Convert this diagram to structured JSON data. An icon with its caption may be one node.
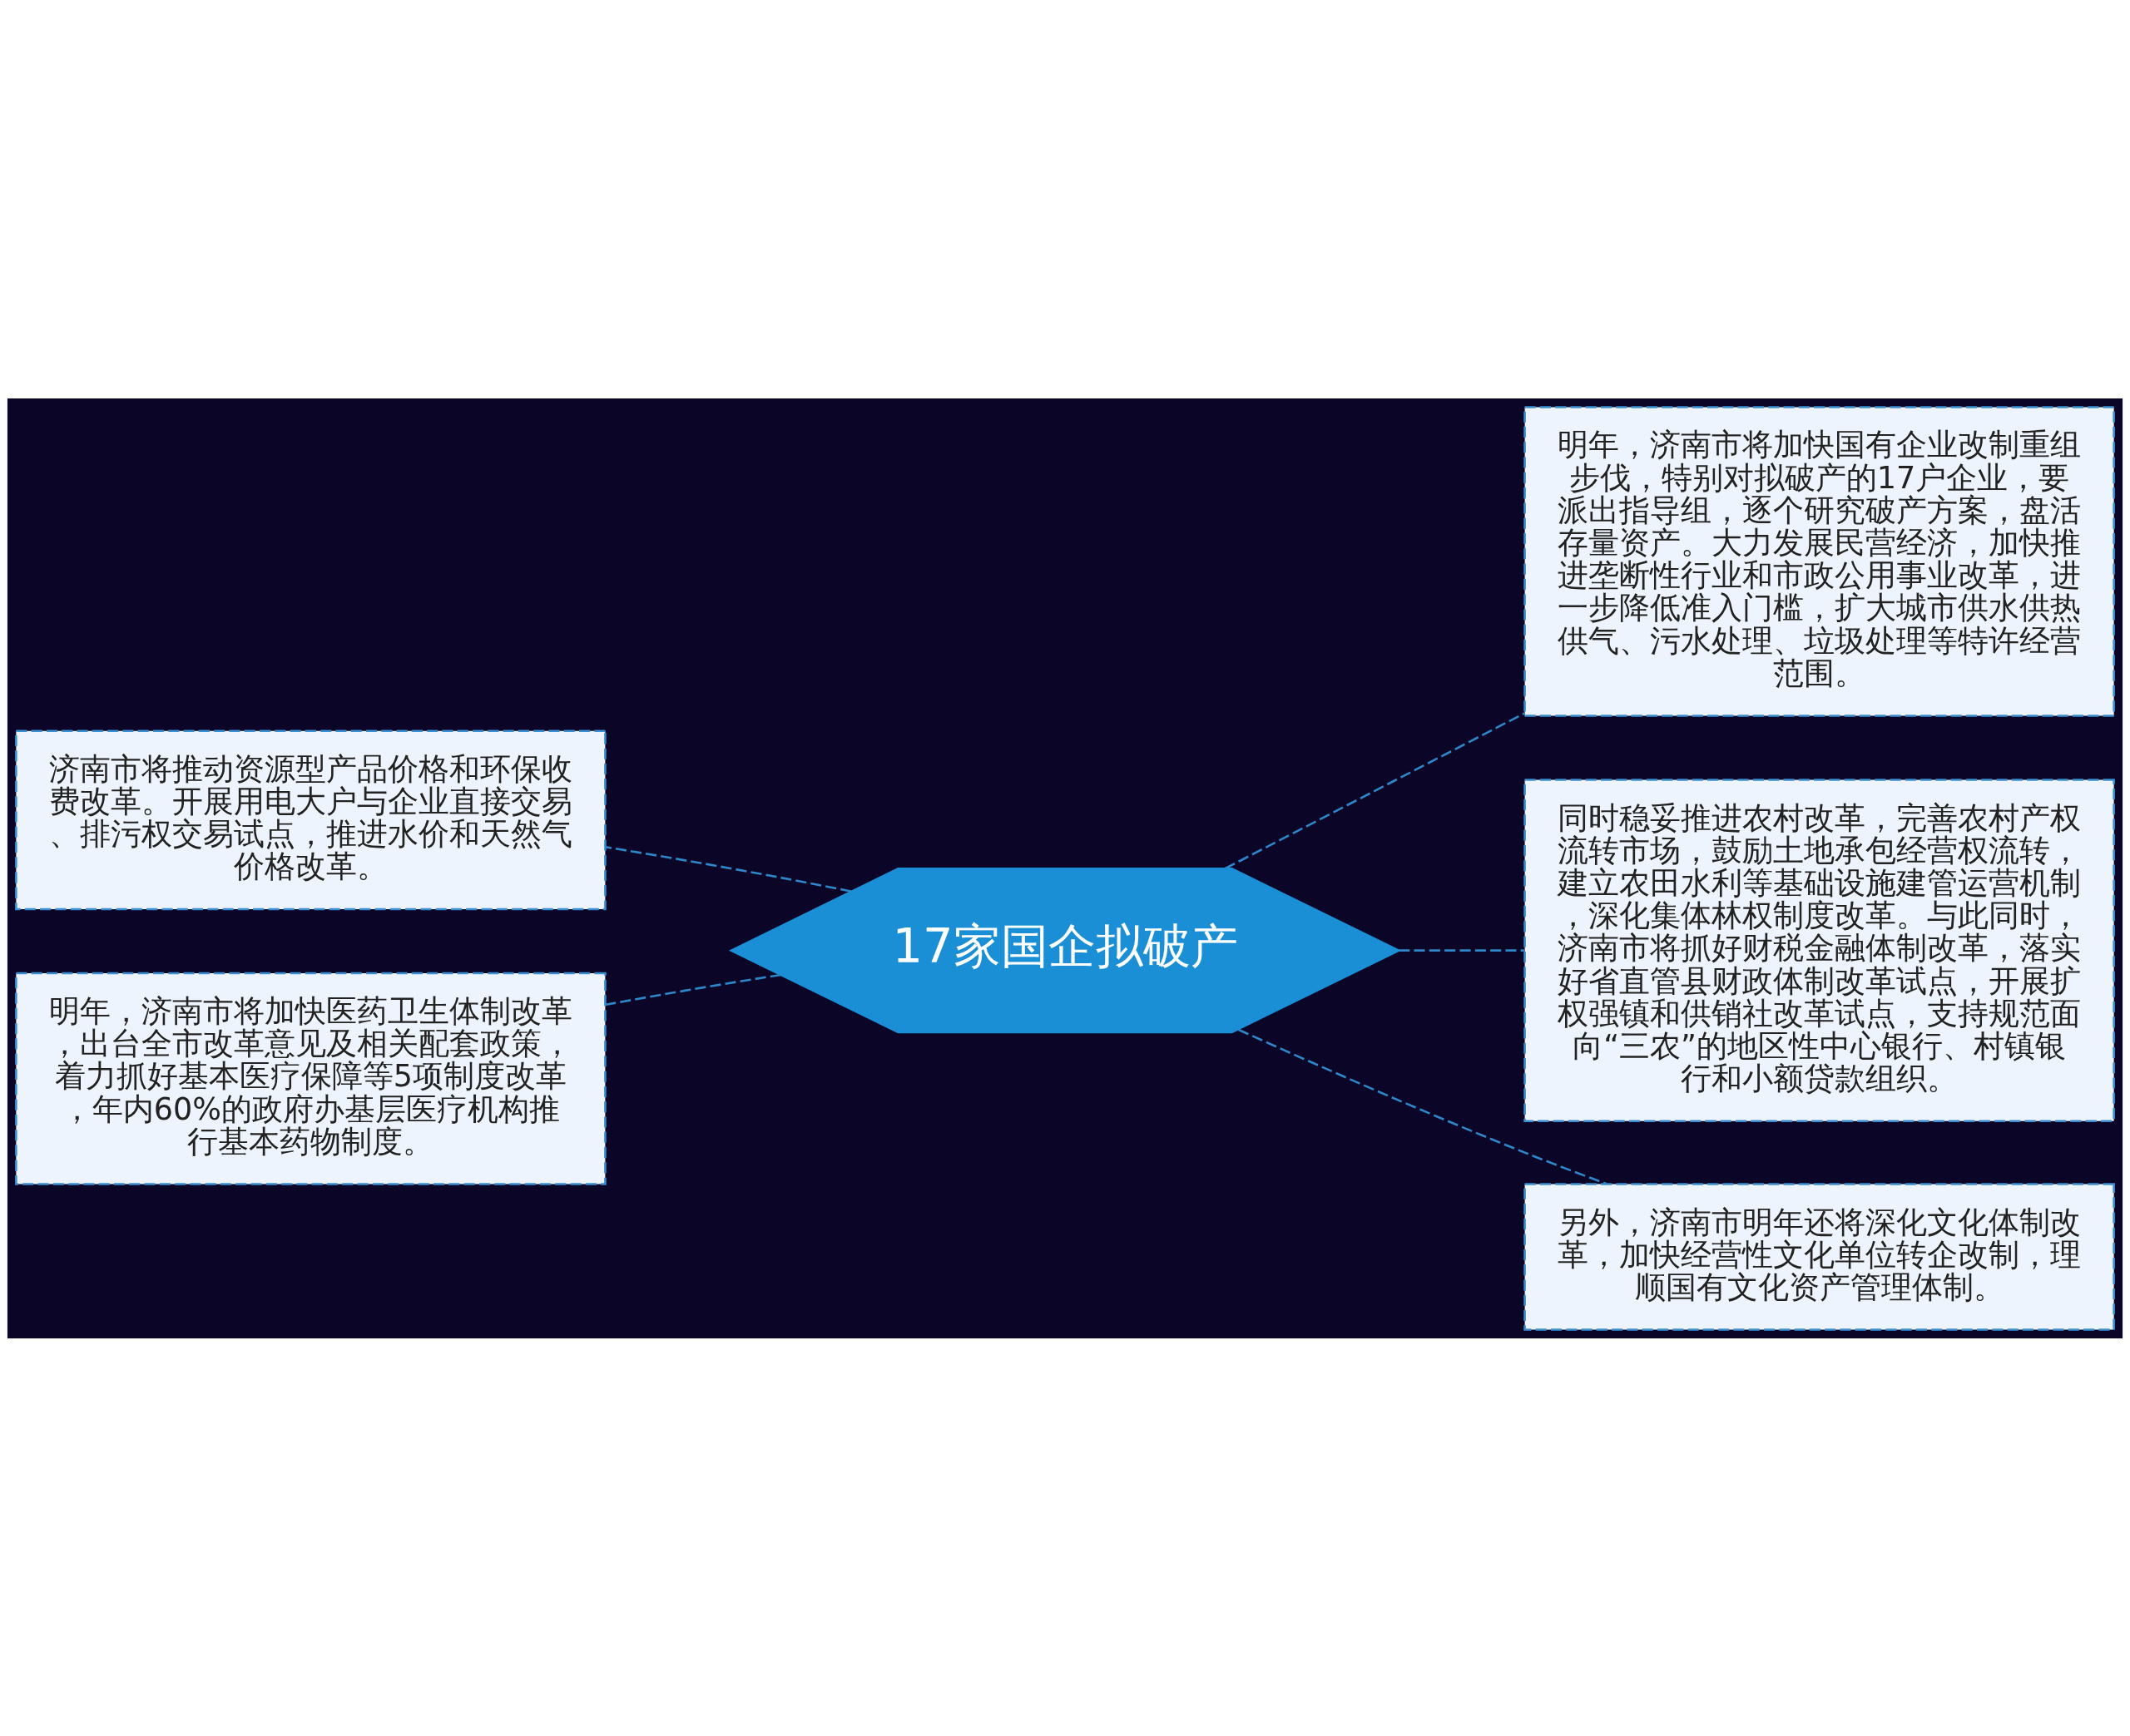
{
  "diagram": {
    "nodes": [
      {
        "text": [
          "17家国企拟破产"
        ]
      },
      {
        "text": [
          "济南市将推动资源型产品价格和环保收费改革。开展用电大户与企业直接交易、排污权交易试点，推进水价和天然气价格改革。"
        ]
      },
      {
        "text": [
          "明年，济南市将加快医药卫生体制改革，出台全市改革意见及相关配套政策，着力抓好基本医疗保障等5项制度改革，年内60%的政府办基层医疗机构推行基本药物制度。"
        ]
      },
      {
        "text": [
          "明年，济南市将加快国有企业改制重组步伐，特别对拟破产的17户企业，要派出指导组，逐个研究破产方案，盘活存量资产。大力发展民营经济，加快推进垄断性行业和市政公用事业改革，进一步降低准入门槛，扩大城市供水供热供气、污水处理、垃圾处理等特许经营范围。"
        ]
      },
      {
        "text": [
          "同时稳妥推进农村改革，完善农村产权流转市场，鼓励土地承包经营权流转，建立农田水利等基础设施建管运营机制，深化集体林权制度改革。与此同时，济南市将抓好财税金融体制改革，落实好省直管县财政体制改革试点，开展扩权强镇和供销社改革试点，支持规范面向“三农”的地区性中心银行、村镇银行和小额贷款组织。"
        ]
      },
      {
        "text": [
          "另外，济南市明年还将深化文化体制改革，加快经营性文化单位转企改制，理顺国有文化资产管理体制。"
        ]
      }
    ],
    "edges": [
      {
        "from": 0,
        "to": 1,
        "arrow": "none",
        "style": "dashed"
      },
      {
        "from": 0,
        "to": 2,
        "arrow": "none",
        "style": "dashed"
      },
      {
        "from": 0,
        "to": 3,
        "arrow": "none",
        "style": "dashed"
      },
      {
        "from": 0,
        "to": 4,
        "arrow": "none",
        "style": "dashed"
      },
      {
        "from": 0,
        "to": 5,
        "arrow": "none",
        "style": "dashed"
      }
    ]
  }
}
